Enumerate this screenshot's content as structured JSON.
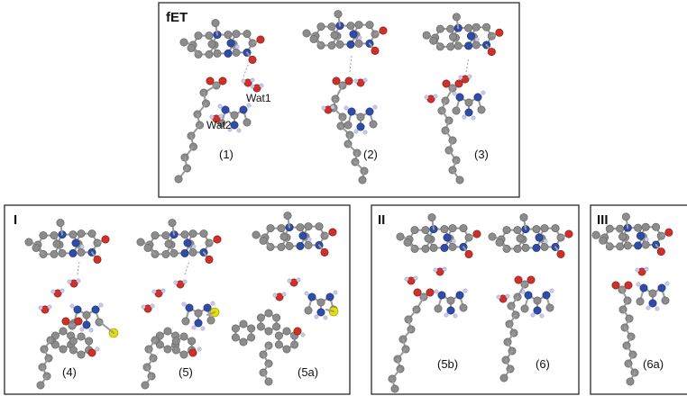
{
  "panels": [
    {
      "label": "fET",
      "structures": [
        "(1)",
        "(2)",
        "(3)"
      ],
      "water_labels": [
        "Wat1",
        "Wat2"
      ]
    },
    {
      "label": "I",
      "structures": [
        "(4)",
        "(5)",
        "(5a)"
      ]
    },
    {
      "label": "II",
      "structures": [
        "(5b)",
        "(6)"
      ]
    },
    {
      "label": "III",
      "structures": [
        "(6a)"
      ]
    }
  ],
  "atom_colors": {
    "carbon": "#8c8c8c",
    "nitrogen": "#2f4da8",
    "oxygen": "#d0302a",
    "hydrogen": "#c9c9f0",
    "sulfur": "#e3e000"
  }
}
